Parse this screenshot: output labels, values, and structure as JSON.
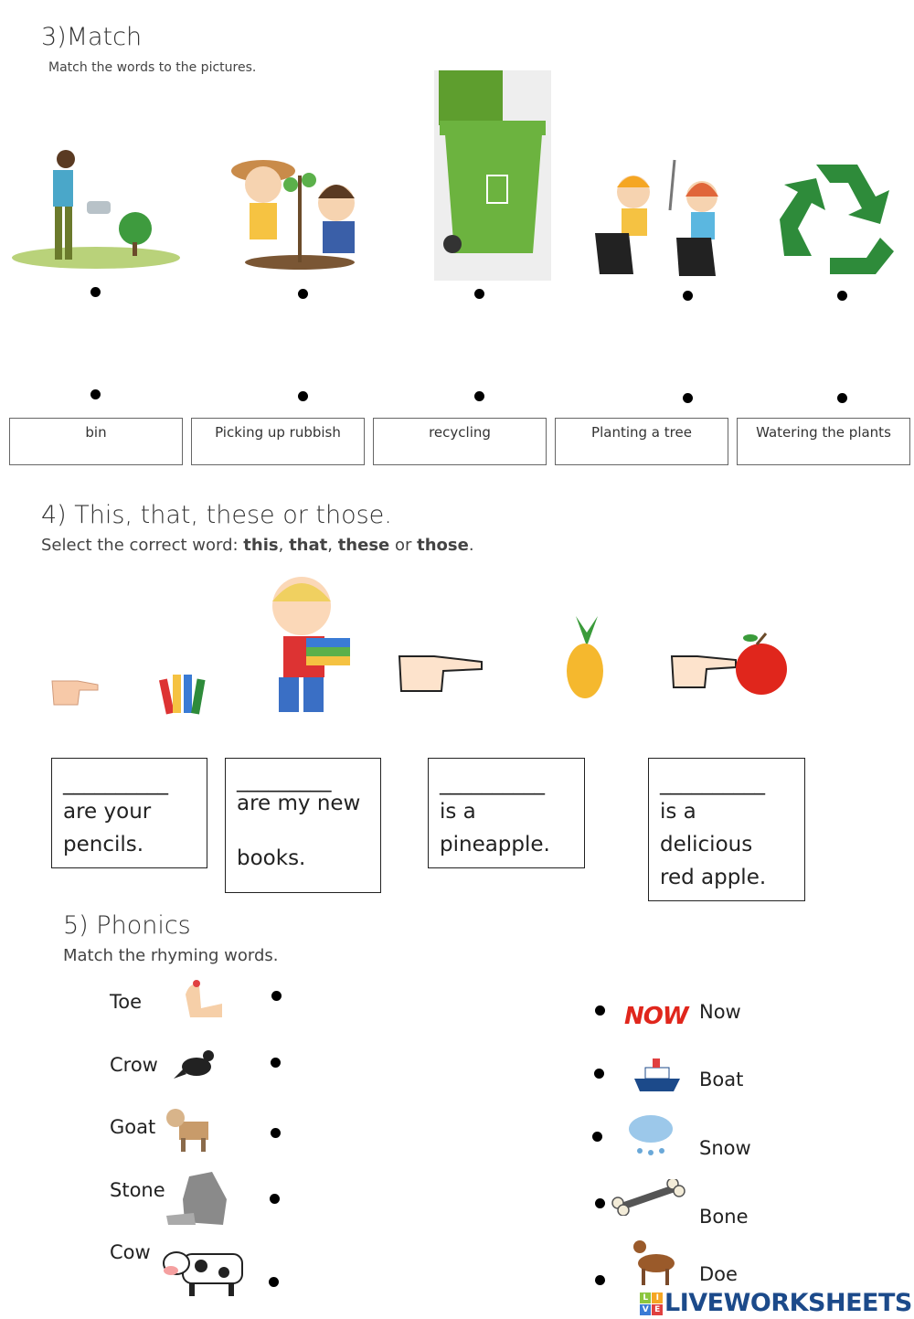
{
  "section3": {
    "title": "3)Match",
    "instruction": "Match the words to the pictures.",
    "pictures": [
      "watering-plants-image",
      "planting-tree-image",
      "green-bin-image",
      "picking-rubbish-image",
      "recycling-symbol-image"
    ],
    "labels": [
      "bin",
      "Picking up rubbish",
      "recycling",
      "Planting a tree",
      "Watering the plants"
    ]
  },
  "section4": {
    "title": "4) This, that, these or those.",
    "instruction_prefix": "Select the correct word: ",
    "words": [
      "this",
      "that",
      "these",
      "those"
    ],
    "sep1": ", ",
    "sep2": ", ",
    "sep3": " or ",
    "end": ".",
    "boxes": [
      {
        "blank": "__________",
        "text1": "are your",
        "text2": "pencils."
      },
      {
        "blank": "_________",
        "text1": "are my new",
        "text2": "books."
      },
      {
        "blank": "__________",
        "text1": "is a",
        "text2": "pineapple."
      },
      {
        "blank": "__________",
        "text1": "is a",
        "text2": "delicious",
        "text3": "red apple."
      }
    ]
  },
  "section5": {
    "title": "5) Phonics",
    "instruction": "Match the rhyming words.",
    "left": [
      "Toe",
      "Crow",
      "Goat",
      "Stone",
      "Cow"
    ],
    "right": [
      "Now",
      "Boat",
      "Snow",
      "Bone",
      "Doe"
    ],
    "now_logo": "NOW"
  },
  "watermark": {
    "live": [
      "L",
      "I",
      "V",
      "E"
    ],
    "text": "LIVEWORKSHEETS"
  },
  "colors": {
    "bin_green": "#6cb33f",
    "recycle_green": "#2e8b3a",
    "logo_blue": "#1c4a8a"
  }
}
